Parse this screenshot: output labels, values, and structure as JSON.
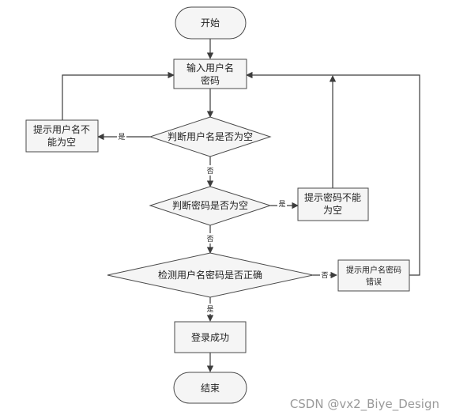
{
  "nodes": {
    "start": "开始",
    "input_line1": "输入用户名",
    "input_line2": "密码",
    "check_username": "判断用户名是否为空",
    "username_empty_line1": "提示用户名不",
    "username_empty_line2": "能为空",
    "check_password": "判断密码是否为空",
    "password_empty_line1": "提示密码不能",
    "password_empty_line2": "为空",
    "verify": "检测用户名密码是否正确",
    "wrong_line1": "提示用户名密码",
    "wrong_line2": "错误",
    "success": "登录成功",
    "end": "结束"
  },
  "edges": {
    "username_yes": "是",
    "username_no": "否",
    "password_yes": "是",
    "password_no": "否",
    "verify_no": "否",
    "verify_yes": "是"
  },
  "watermark": "CSDN @vx2_Biye_Design",
  "colors": {
    "node_fill": "#f5f5f5",
    "stroke": "#4a4a4a",
    "watermark": "#9a9a9a"
  }
}
